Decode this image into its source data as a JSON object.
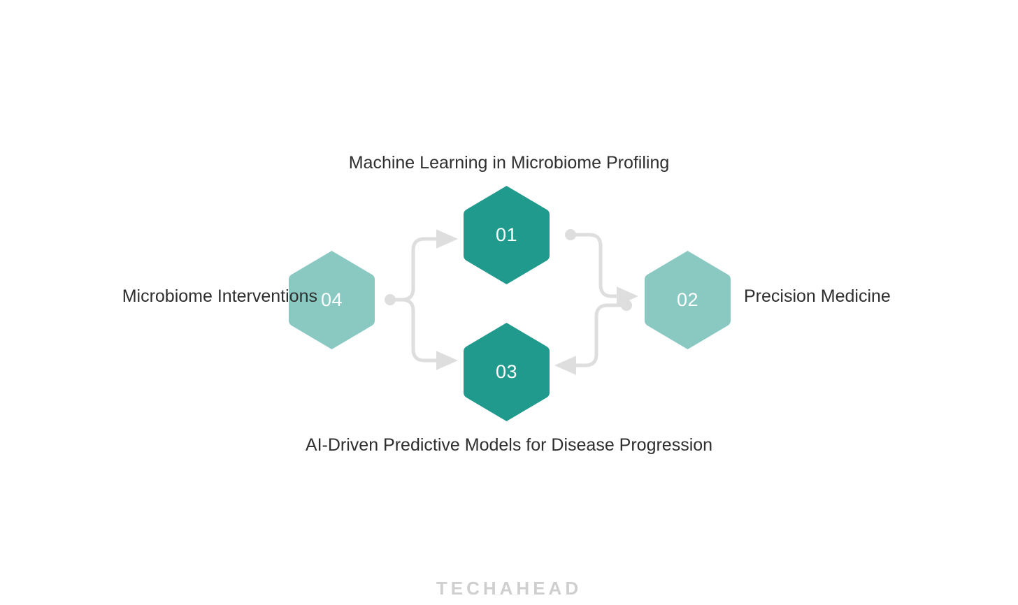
{
  "diagram": {
    "type": "hexagon-cycle-diagram",
    "background_color": "#ffffff",
    "connector_color": "#dedede",
    "nodes": [
      {
        "number": "01",
        "label": "Machine Learning in Microbiome Profiling",
        "color": "#219a8e",
        "position": "top"
      },
      {
        "number": "02",
        "label": "Precision Medicine",
        "color": "#8ac9c2",
        "position": "right"
      },
      {
        "number": "03",
        "label": "AI-Driven Predictive Models for Disease Progression",
        "color": "#219a8e",
        "position": "bottom"
      },
      {
        "number": "04",
        "label": "Microbiome Interventions",
        "color": "#8ac9c2",
        "position": "left"
      }
    ]
  },
  "watermark": {
    "text": "TECHAHEAD",
    "color": "#cfcfcf"
  }
}
